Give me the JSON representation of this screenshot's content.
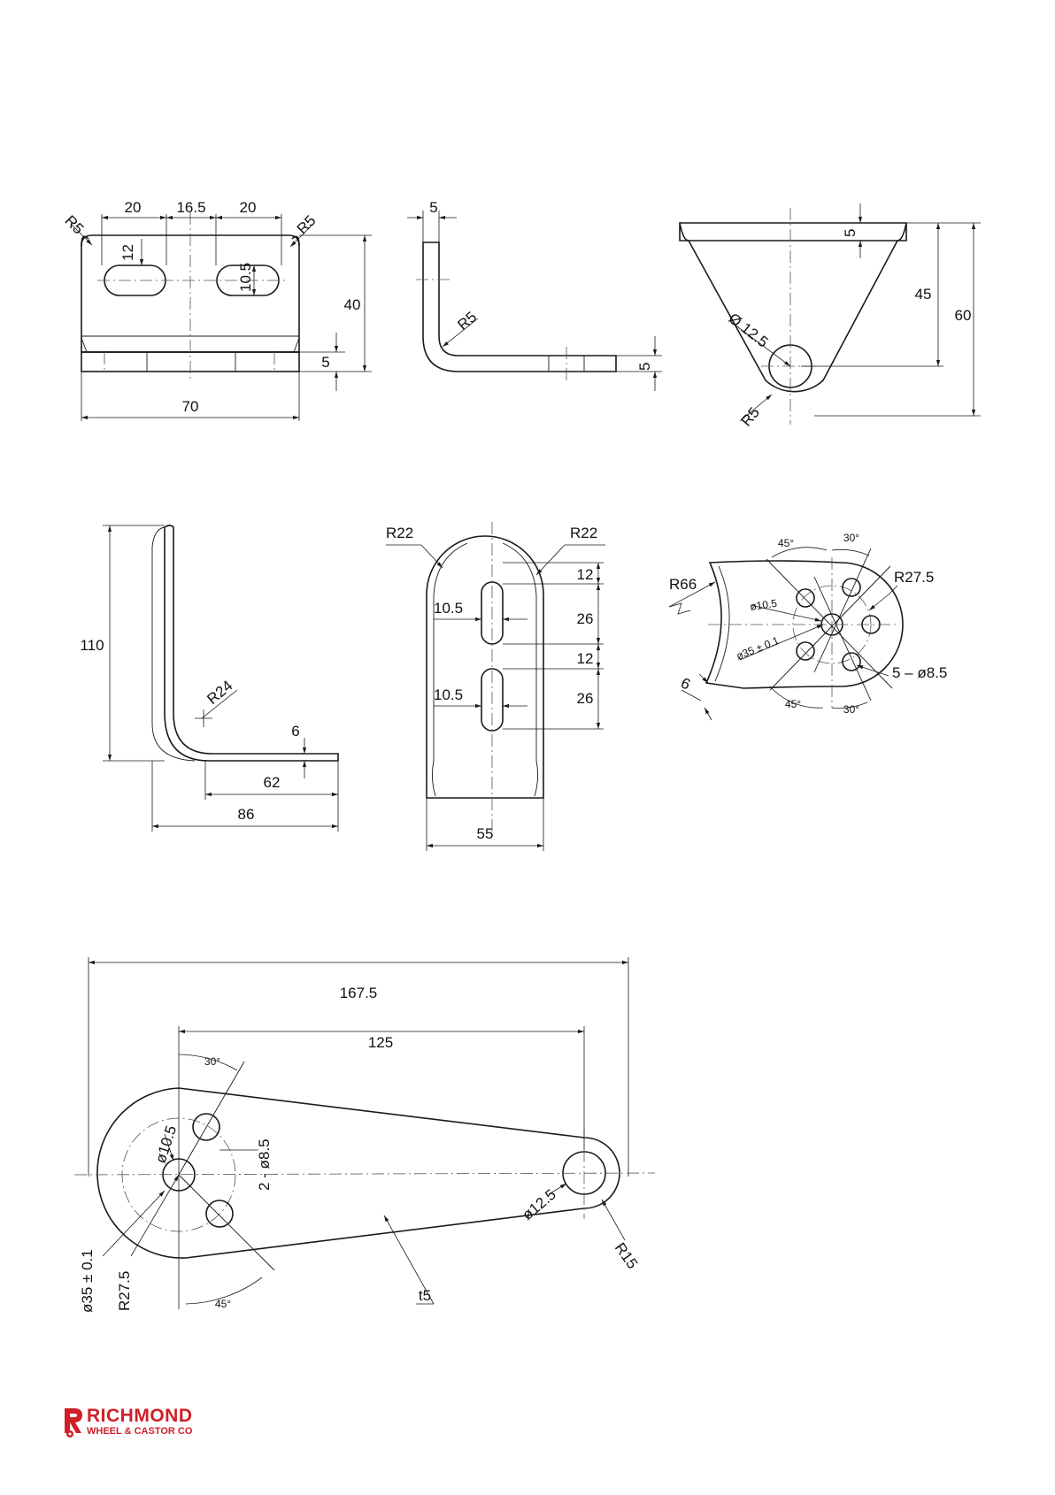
{
  "logo": {
    "main": "RICHMOND",
    "sub": "WHEEL & CASTOR CO",
    "mark": "R",
    "color": "#d01f27"
  },
  "view1": {
    "r5_left": "R5",
    "r5_right": "R5",
    "d20a": "20",
    "d165": "16.5",
    "d20b": "20",
    "slot_h": "12",
    "slot_w": "10.5",
    "h40": "40",
    "t5": "5",
    "w70": "70"
  },
  "view2": {
    "t5_top": "5",
    "r5": "R5",
    "t5": "5"
  },
  "view3": {
    "t5": "5",
    "h45": "45",
    "h60": "60",
    "dia": "Ø 12.5",
    "r5": "R5"
  },
  "view4": {
    "h110": "110",
    "r24": "R24",
    "t6": "6",
    "l62": "62",
    "l86": "86"
  },
  "view5": {
    "r22_left": "R22",
    "r22_right": "R22",
    "d12a": "12",
    "d26a": "26",
    "d12b": "12",
    "d26b": "26",
    "slot1": "10.5",
    "slot2": "10.5",
    "w55": "55"
  },
  "view6": {
    "r66": "R66",
    "a45_top": "45°",
    "a30_top": "30°",
    "r275": "R27.5",
    "dia105": "ø10.5",
    "pcd": "ø35 ± 0.1",
    "holes": "5 – ø8.5",
    "t6": "6",
    "a45_bot": "45°",
    "a30_bot": "30°"
  },
  "view7": {
    "l1675": "167.5",
    "l125": "125",
    "a30": "30°",
    "dia105": "ø10.5",
    "holes": "2 - ø8.5",
    "dia125": "ø12.5",
    "r15": "R15",
    "pcd": "ø35 ± 0.1",
    "r275": "R27.5",
    "a45": "45°",
    "t5": "t5"
  }
}
